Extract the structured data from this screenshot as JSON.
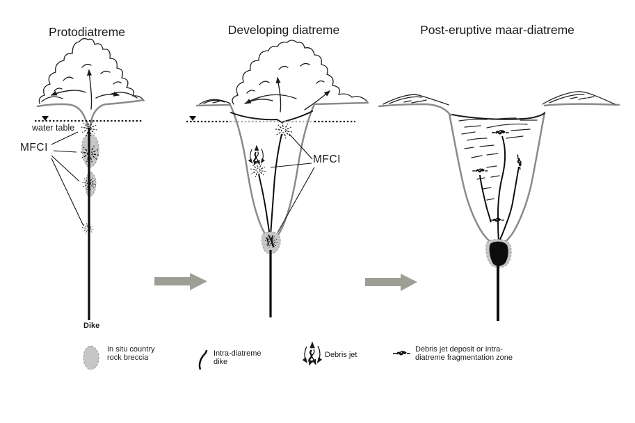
{
  "figure": {
    "type": "geological-evolution-diagram",
    "stages_arrow_direction": "left-to-right"
  },
  "panels": [
    {
      "title": "Protodiatreme",
      "labels": {
        "water_table": "water table",
        "mfci": "MFCI",
        "dike": "Dike"
      },
      "features": [
        "eruption-cloud",
        "ground-surface",
        "water-table",
        "feeder-dike",
        "mfci-explosion-sites",
        "in-situ-country-rock-breccia"
      ]
    },
    {
      "title": "Developing diatreme",
      "labels": {
        "mfci": "MFCI"
      },
      "features": [
        "eruption-cloud",
        "tephra-rim",
        "crater",
        "diatreme-walls",
        "debris-jet",
        "intra-diatreme-dikes",
        "root-zone",
        "feeder-dike"
      ]
    },
    {
      "title": "Post-eruptive maar-diatreme",
      "labels": {},
      "features": [
        "tephra-ring",
        "maar-crater",
        "bedded-diatreme-fill",
        "debris-jet-deposits",
        "intra-diatreme-dikes",
        "root-zone",
        "feeder-dike"
      ]
    }
  ],
  "legend": {
    "items": [
      {
        "symbol": "country-rock-breccia-blob",
        "label": "In situ country\nrock breccia"
      },
      {
        "symbol": "intra-diatreme-dike-line",
        "label": "Intra-diatreme\ndike"
      },
      {
        "symbol": "debris-jet-symbol",
        "label": "Debris jet"
      },
      {
        "symbol": "debris-jet-deposit-symbol",
        "label": "Debris jet deposit or intra-\ndiatreme fragmentation zone"
      }
    ]
  },
  "colors": {
    "ink": "#1f1f1f",
    "wall_gray": "#8a8a8a",
    "breccia_gray": "#c6c6c6",
    "stage_arrow_gray": "#9e9e97",
    "root_black": "#0d0d0d",
    "background": "#ffffff"
  }
}
